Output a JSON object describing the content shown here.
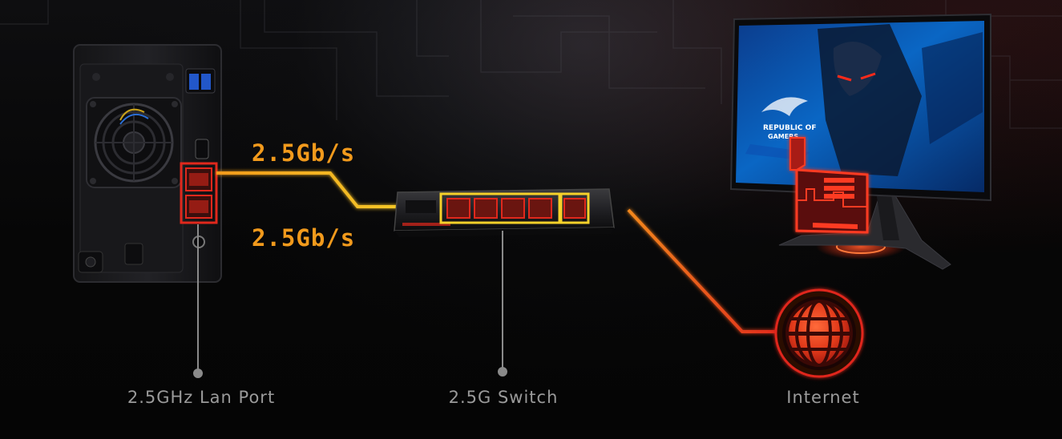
{
  "speed_labels": {
    "top": "2.5Gb/s",
    "bottom": "2.5Gb/s"
  },
  "captions": {
    "nas": "2.5GHz Lan Port",
    "switch": "2.5G Switch",
    "internet": "Internet"
  },
  "monitor_logo": {
    "line1": "REPUBLIC OF",
    "line2": "GAMERS"
  },
  "colors": {
    "orange": "#f29a1c",
    "yellow": "#f6d12a",
    "red": "#e0281c",
    "caption": "#9a9a9a"
  },
  "icons": [
    "nas-device-icon",
    "network-switch-icon",
    "gaming-monitor-icon",
    "network-card-icon",
    "globe-icon"
  ]
}
